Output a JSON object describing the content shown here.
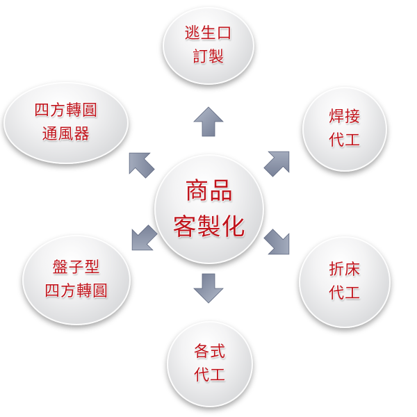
{
  "center": {
    "line1": "商品",
    "line2": "客製化"
  },
  "nodes": {
    "top": {
      "line1": "逃生口",
      "line2": "訂製"
    },
    "top_left": {
      "line1": "四方轉圓",
      "line2": "通風器"
    },
    "top_right": {
      "line1": "焊接",
      "line2": "代工"
    },
    "bottom_right": {
      "line1": "折床",
      "line2": "代工"
    },
    "bottom_left": {
      "line1": "盤子型",
      "line2": "四方轉圓"
    },
    "bottom": {
      "line1": "各式",
      "line2": "代工"
    }
  },
  "colors": {
    "text": "#c0141c",
    "arrow": "#8a93a8"
  }
}
